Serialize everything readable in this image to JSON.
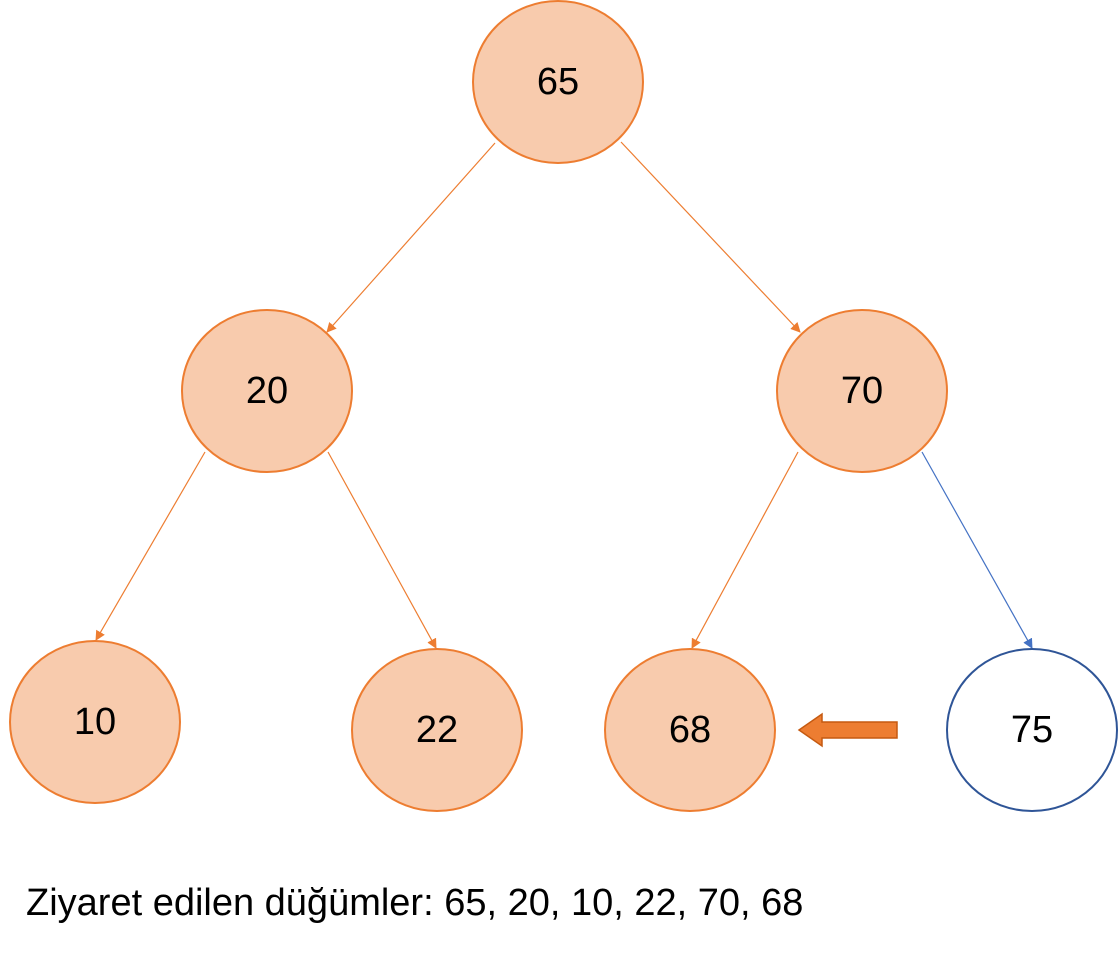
{
  "tree": {
    "nodes": [
      {
        "id": "n65",
        "label": "65",
        "visited": true
      },
      {
        "id": "n20",
        "label": "20",
        "visited": true
      },
      {
        "id": "n70",
        "label": "70",
        "visited": true
      },
      {
        "id": "n10",
        "label": "10",
        "visited": true
      },
      {
        "id": "n22",
        "label": "22",
        "visited": true
      },
      {
        "id": "n68",
        "label": "68",
        "visited": true
      },
      {
        "id": "n75",
        "label": "75",
        "visited": false
      }
    ],
    "edges": [
      {
        "from": "n65",
        "to": "n20",
        "visited": true
      },
      {
        "from": "n65",
        "to": "n70",
        "visited": true
      },
      {
        "from": "n20",
        "to": "n10",
        "visited": true
      },
      {
        "from": "n20",
        "to": "n22",
        "visited": true
      },
      {
        "from": "n70",
        "to": "n68",
        "visited": true
      },
      {
        "from": "n70",
        "to": "n75",
        "visited": false
      }
    ]
  },
  "colors": {
    "visited_fill": "#f8cbad",
    "visited_stroke": "#ed7d31",
    "unvisited_fill": "#ffffff",
    "unvisited_stroke": "#2f5597",
    "visited_edge": "#ed7d31",
    "unvisited_edge": "#4472c4",
    "pointer_arrow": "#ed7d31"
  },
  "caption": "Ziyaret edilen düğümler: 65, 20, 10, 22, 70, 68"
}
